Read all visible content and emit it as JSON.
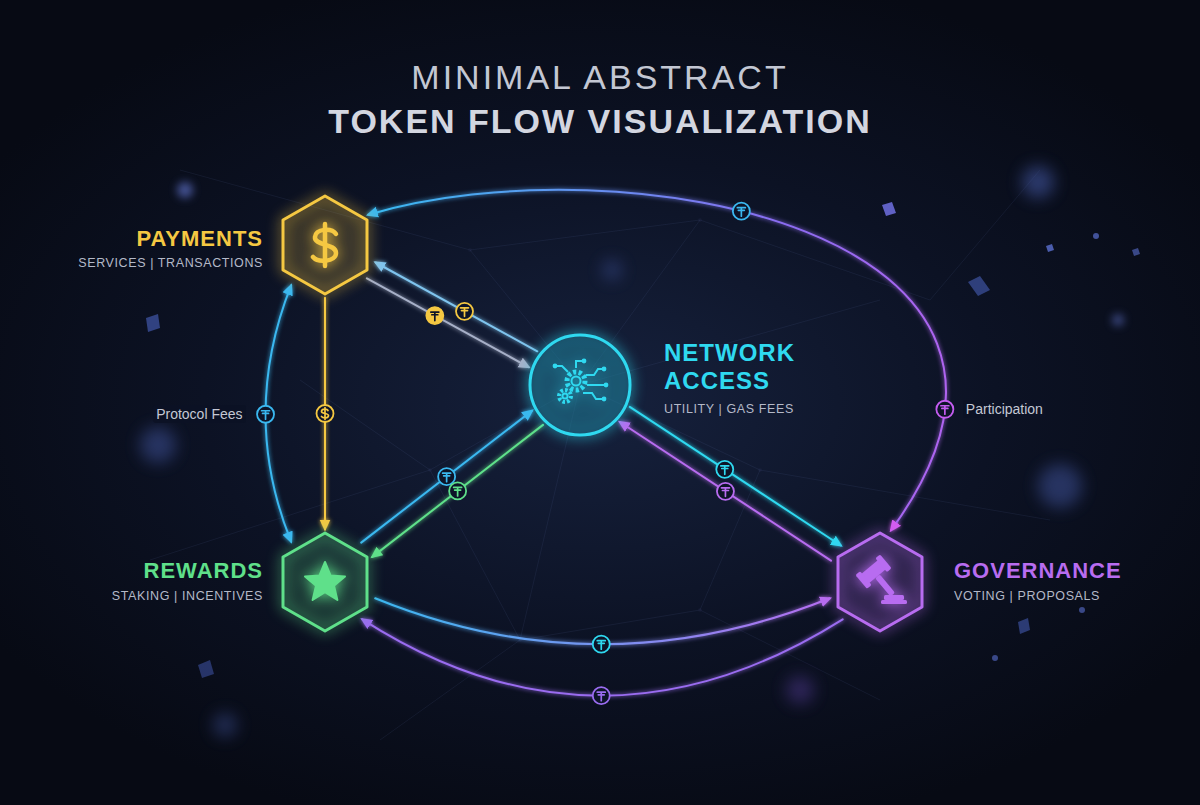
{
  "diagram": {
    "title": "MINIMAL ABSTRACT",
    "nodes": [
      {
        "text": [
          "PAYMENTS",
          "SERVICES | TRANSACTIONS"
        ]
      },
      {
        "text": [
          "NETWORK ACCESS",
          "UTILITY | GAS FEES"
        ]
      },
      {
        "text": [
          "REWARDS",
          "STAKING | INCENTIVES"
        ]
      },
      {
        "text": [
          "GOVERNANCE",
          "VOTING | PROPOSALS"
        ]
      }
    ],
    "edges": [
      {
        "from": 1,
        "to": 0,
        "arrow": "to"
      },
      {
        "from": 0,
        "to": 1,
        "arrow": "to"
      },
      {
        "from": 0,
        "to": 2,
        "arrow": "to"
      },
      {
        "from": 0,
        "to": 2,
        "label": "Protocol Fees",
        "arrow": "both"
      },
      {
        "from": 0,
        "to": 3,
        "label": "Participation",
        "arrow": "both"
      },
      {
        "from": 2,
        "to": 1,
        "arrow": "to"
      },
      {
        "from": 1,
        "to": 2,
        "arrow": "to"
      },
      {
        "from": 1,
        "to": 3,
        "arrow": "to"
      },
      {
        "from": 3,
        "to": 1,
        "arrow": "to"
      },
      {
        "from": 2,
        "to": 3,
        "arrow": "to"
      },
      {
        "from": 3,
        "to": 2,
        "arrow": "to"
      }
    ],
    "labels": [
      "TOKEN FLOW VISUALIZATION"
    ]
  }
}
